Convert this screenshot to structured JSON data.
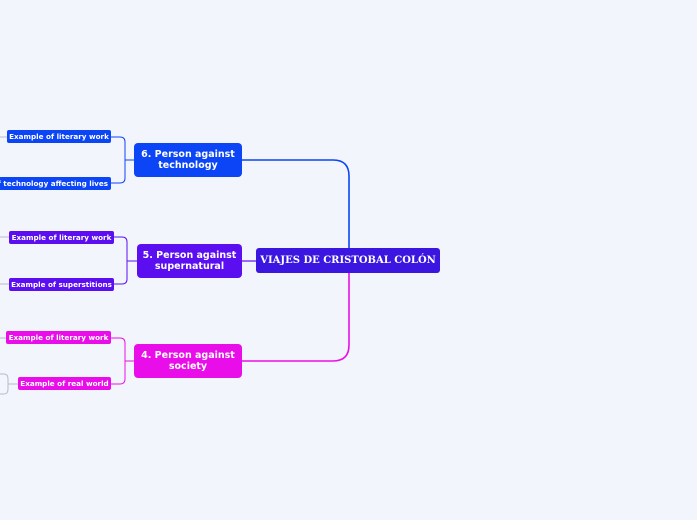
{
  "root": {
    "label": "VIAJES DE CRISTOBAL COLÓN"
  },
  "branches": [
    {
      "label": "6. Person against technology",
      "color": "#0b45f5",
      "children": [
        {
          "label": "Example of literary work"
        },
        {
          "label": "Example of technology affecting lives"
        }
      ]
    },
    {
      "label": "5. Person against supernatural",
      "color": "#5b0ef0",
      "children": [
        {
          "label": "Example of literary work"
        },
        {
          "label": "Example of superstitions"
        }
      ]
    },
    {
      "label": "4. Person against society",
      "color": "#e90ee9",
      "children": [
        {
          "label": "Example of literary work"
        },
        {
          "label": "Example of real world"
        }
      ]
    }
  ]
}
